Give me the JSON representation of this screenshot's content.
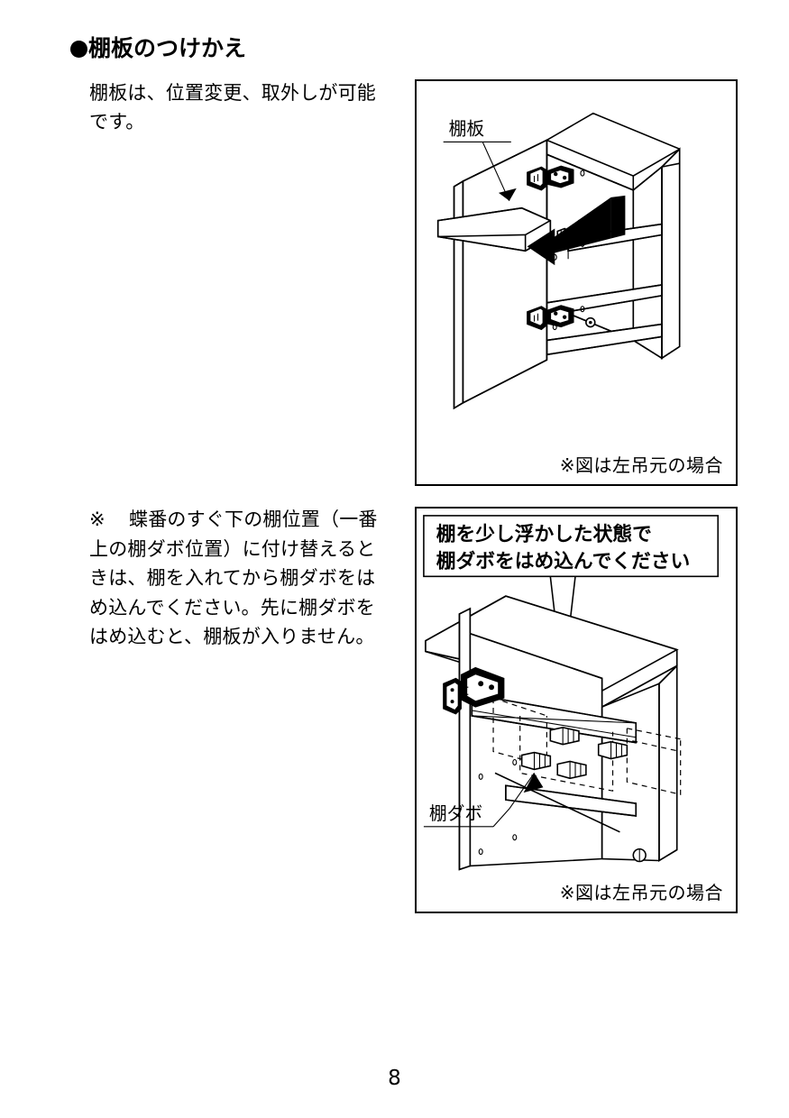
{
  "page": {
    "number": "8",
    "language": "ja"
  },
  "heading": {
    "bullet_icon": "filled-circle-bullet",
    "text": "棚板のつけかえ"
  },
  "intro": {
    "text": "棚板は、位置変更、取外しが可能です。"
  },
  "note": {
    "marker": "※",
    "text": "蝶番のすぐ下の棚位置（一番上の棚ダボ位置）に付け替えるときは、棚を入れてから棚ダボをはめ込んでください。先に棚ダボをはめ込むと、棚板が入りません。"
  },
  "figure1": {
    "label_shelf": "棚板",
    "caption": "※図は左吊元の場合",
    "arrow_icon": "bent-arrow-left",
    "parts": {
      "cabinet": "wall-cabinet-isometric",
      "door": "open-door-panel",
      "hinge_upper": "cup-hinge-upper",
      "hinge_lower": "cup-hinge-lower",
      "shelf_removable": "removable-shelf-board",
      "shelf_pin": "shelf-support-pin"
    }
  },
  "figure2": {
    "callout": {
      "line1": "棚を少し浮かした状態で",
      "line2": "棚ダボをはめ込んでください"
    },
    "label_pin": "棚ダボ",
    "caption": "※図は左吊元の場合",
    "parts": {
      "cabinet": "wall-cabinet-isometric-detail",
      "hinge": "cup-hinge",
      "shelf": "shelf-board-raised",
      "pins": "shelf-support-pins",
      "hole_guides": "dashed-alignment-guides"
    }
  },
  "colors": {
    "ink": "#000000",
    "paper": "#ffffff"
  }
}
